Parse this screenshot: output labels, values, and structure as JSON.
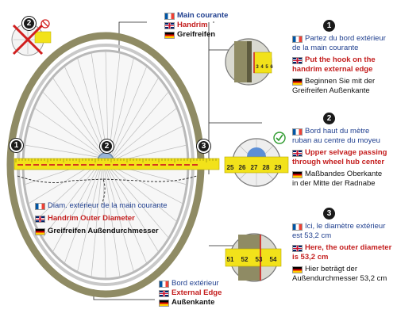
{
  "markers": [
    "1",
    "2",
    "3"
  ],
  "main_label": {
    "fr": "Main courante",
    "en": "Handrim",
    "de": "Greifreifen"
  },
  "diameter_label": {
    "fr": "Diam. extérieur de la main courante",
    "en": "Handrim Outer Diameter",
    "de": "Greifreifen Außendurchmesser"
  },
  "edge_label": {
    "fr": "Bord extérieur",
    "en": "External Edge",
    "de": "Außenkante"
  },
  "step1": {
    "number": "1",
    "fr": [
      "Partez du bord extérieur",
      "de la main courante"
    ],
    "en": [
      "Put the hook on the",
      "handrim external edge"
    ],
    "de": [
      "Beginnen Sie mit der",
      "Greifreifen Außenkante"
    ],
    "tape_ticks": [
      "3",
      "4",
      "5",
      "6"
    ]
  },
  "step2": {
    "number": "2",
    "fr": [
      "Bord haut du mètre",
      "ruban au centre du moyeu"
    ],
    "en": [
      "Upper selvage passing",
      "through wheel hub center"
    ],
    "de": [
      "Maßbandes Oberkante",
      "in der Mitte der Radnabe"
    ],
    "tape_ticks": [
      "25",
      "26",
      "27",
      "28",
      "29"
    ]
  },
  "step3": {
    "number": "3",
    "fr": [
      "Ici, le diamètre extérieur",
      "est 53,2 cm"
    ],
    "en": [
      "Here, the outer diameter",
      "is 53,2 cm"
    ],
    "de": [
      "Hier beträgt der",
      "Außendurchmesser 53,2 cm"
    ],
    "tape_ticks": [
      "51",
      "52",
      "53",
      "54"
    ]
  },
  "colors": {
    "tape": "#f2e21a",
    "rim": "#8a8a6a",
    "red": "#d11f1f",
    "check": "#2e9a2e"
  }
}
